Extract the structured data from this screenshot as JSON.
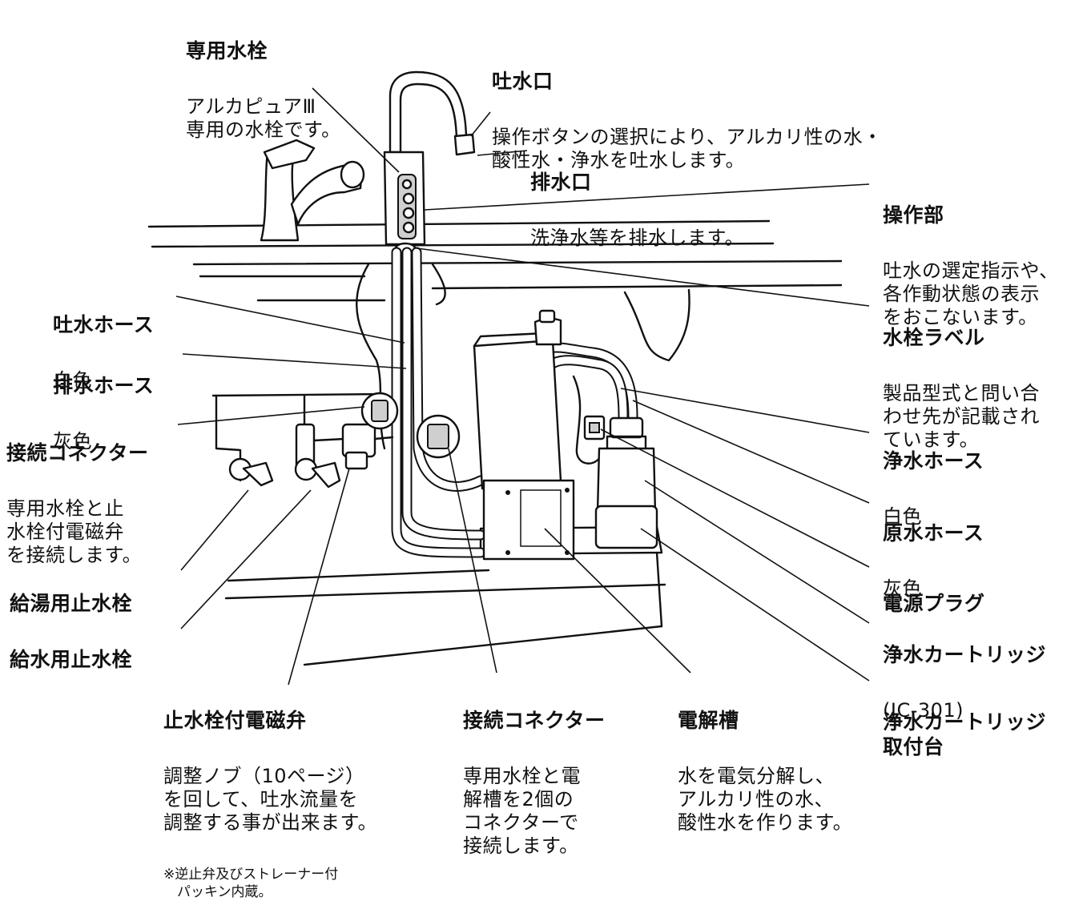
{
  "labels": {
    "dedicated_faucet": {
      "title": "専用水栓",
      "desc": "アルカピュアⅢ\n専用の水栓です。"
    },
    "spout": {
      "title": "吐水口",
      "desc": "操作ボタンの選択により、アルカリ性の水・\n酸性水・浄水を吐水します。"
    },
    "drain_outlet": {
      "title": "排水口",
      "desc": "洗浄水等を排水します。"
    },
    "control_panel": {
      "title": "操作部",
      "desc": "吐水の選定指示や、\n各作動状態の表示\nをおこないます。"
    },
    "faucet_label": {
      "title": "水栓ラベル",
      "desc": "製品型式と問い合\nわせ先が記載され\nています。"
    },
    "outlet_hose": {
      "title": "吐水ホース",
      "desc": "白色"
    },
    "drain_hose": {
      "title": "排水ホース",
      "desc": "灰色"
    },
    "connector_left": {
      "title": "接続コネクター",
      "desc": "専用水栓と止\n水栓付電磁弁\nを接続します。"
    },
    "hot_stop_valve": {
      "title": "給湯用止水栓"
    },
    "cold_stop_valve": {
      "title": "給水用止水栓"
    },
    "purified_hose": {
      "title": "浄水ホース",
      "desc": "白色"
    },
    "raw_hose": {
      "title": "原水ホース",
      "desc": "灰色"
    },
    "power_plug": {
      "title": "電源プラグ"
    },
    "cartridge": {
      "title": "浄水カートリッジ",
      "desc": "(JC-301)"
    },
    "cartridge_mount": {
      "title": "浄水カートリッジ\n取付台"
    },
    "solenoid_valve": {
      "title": "止水栓付電磁弁",
      "desc": "調整ノブ（10ページ）\nを回して、吐水流量を\n調整する事が出来ます。",
      "note": "※逆止弁及びストレーナー付\n　パッキン内蔵。"
    },
    "connector_bottom": {
      "title": "接続コネクター",
      "desc": "専用水栓と電\n解槽を2個の\nコネクターで\n接続します。"
    },
    "electrolytic_cell": {
      "title": "電解槽",
      "desc": "水を電気分解し、\nアルカリ性の水、\n酸性水を作ります。"
    }
  }
}
